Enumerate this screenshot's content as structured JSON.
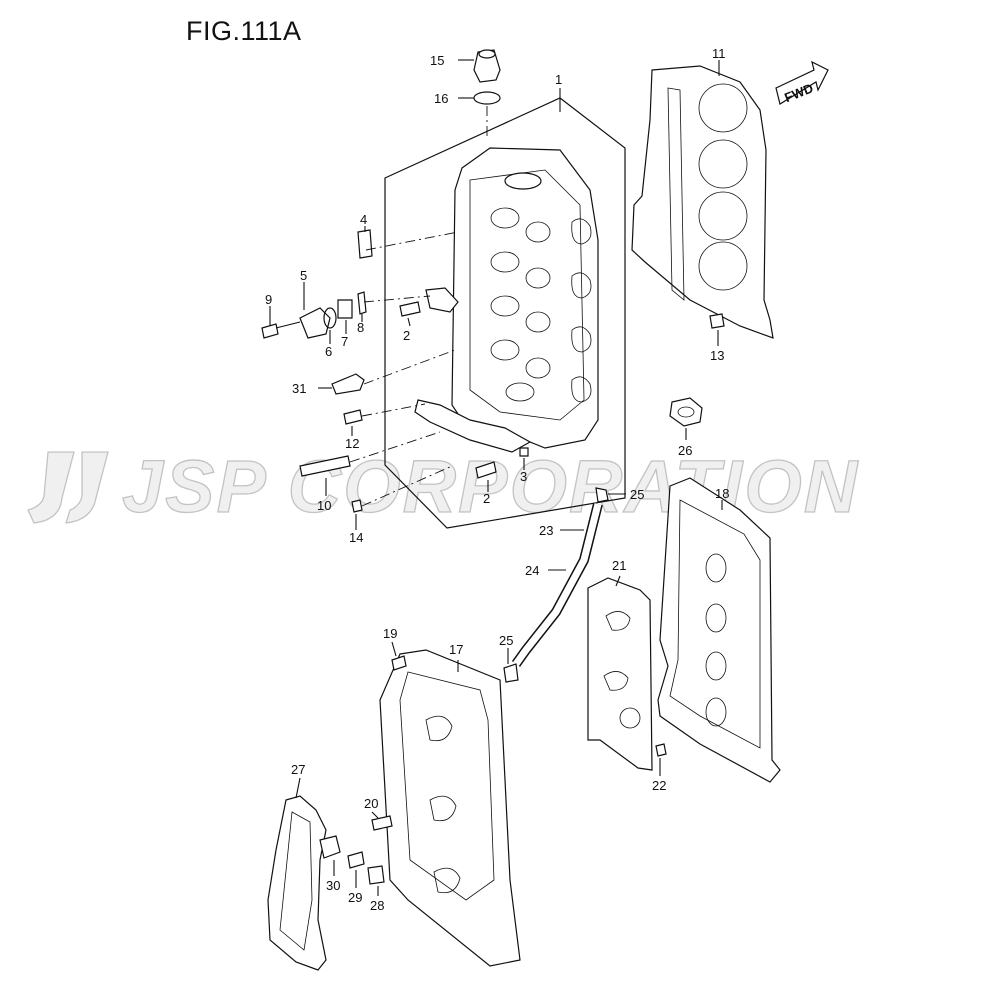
{
  "figure": {
    "title": "FIG.111A"
  },
  "direction_label": "FWD",
  "watermark": "JSP CORPORATION",
  "callouts": [
    "1",
    "2",
    "2",
    "3",
    "4",
    "5",
    "6",
    "7",
    "8",
    "9",
    "10",
    "11",
    "12",
    "13",
    "14",
    "15",
    "16",
    "17",
    "18",
    "19",
    "20",
    "21",
    "22",
    "23",
    "24",
    "25",
    "25",
    "26",
    "27",
    "28",
    "29",
    "30",
    "31"
  ]
}
